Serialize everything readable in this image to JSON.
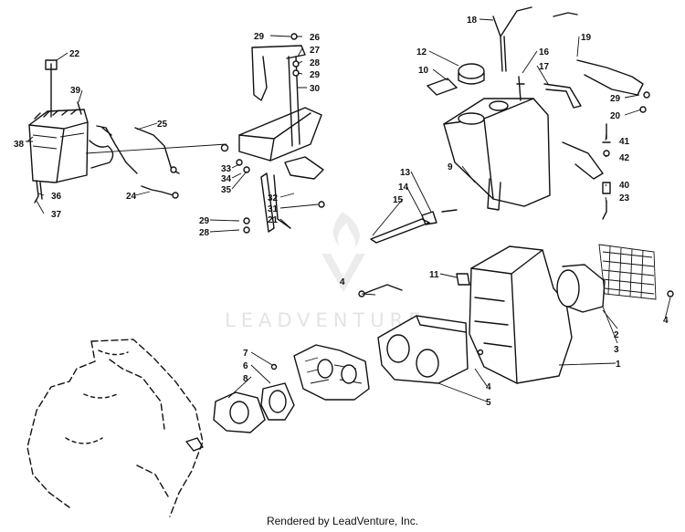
{
  "diagram": {
    "callouts": {
      "c1": "1",
      "c2": "2",
      "c3": "3",
      "c4a": "4",
      "c4b": "4",
      "c4c": "4",
      "c5": "5",
      "c6": "6",
      "c7": "7",
      "c8": "8",
      "c9": "9",
      "c10": "10",
      "c11": "11",
      "c12": "12",
      "c13": "13",
      "c14": "14",
      "c15": "15",
      "c16": "16",
      "c17": "17",
      "c18": "18",
      "c19": "19",
      "c20": "20",
      "c21": "21",
      "c22": "22",
      "c23": "23",
      "c24": "24",
      "c25": "25",
      "c26": "26",
      "c27": "27",
      "c28a": "28",
      "c28b": "28",
      "c29a": "29",
      "c29b": "29",
      "c29c": "29",
      "c29d": "29",
      "c30": "30",
      "c31": "31",
      "c32": "32",
      "c33": "33",
      "c34": "34",
      "c35": "35",
      "c36": "36",
      "c37": "37",
      "c38": "38",
      "c39": "39",
      "c40": "40",
      "c41": "41",
      "c42": "42"
    }
  },
  "watermark": {
    "text": "LEADVENTURE",
    "logo_icon": "leadventure-flame-logo"
  },
  "footer": {
    "text": "Rendered by LeadVenture, Inc."
  }
}
